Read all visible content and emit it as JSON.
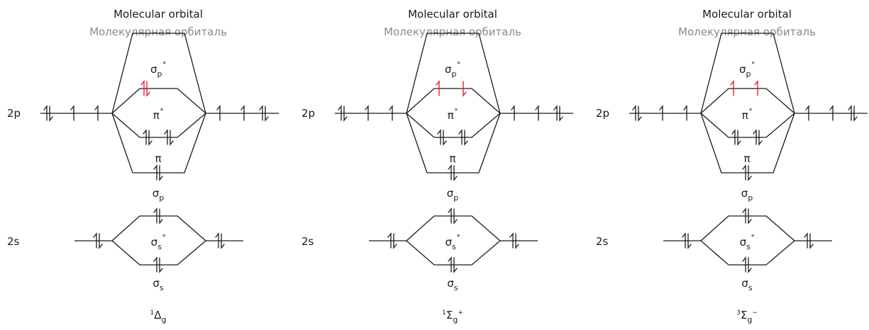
{
  "colors": {
    "line": "#1a1a1a",
    "highlight": "#e0102a",
    "title_secondary": "#8a8a8a"
  },
  "diagrams": [
    {
      "title_en": "Molecular orbital",
      "title_ru": "Молекулярная орбиталь",
      "row_label_2p": "2p",
      "row_label_2s": "2s",
      "atomic_2p_left": [
        "up-down",
        "up",
        "up"
      ],
      "atomic_2p_right": [
        "up",
        "up",
        "up-down"
      ],
      "atomic_2s_left": "up-down",
      "atomic_2s_right": "up-down",
      "mo_sigma_p_star": {
        "sym": "σ",
        "sub": "p",
        "sup": "*",
        "electrons": []
      },
      "mo_pi_star": {
        "sym": "π",
        "sup": "*",
        "electrons": [
          {
            "spin": "up-down",
            "highlight": true
          }
        ]
      },
      "mo_pi": {
        "sym": "π",
        "electrons": [
          {
            "spin": "up-down",
            "highlight": false
          },
          {
            "spin": "up-down",
            "highlight": false
          }
        ]
      },
      "mo_sigma_p": {
        "sym": "σ",
        "sub": "p",
        "electrons": [
          {
            "spin": "up-down",
            "highlight": false
          }
        ]
      },
      "mo_sigma_s_star": {
        "sym": "σ",
        "sub": "s",
        "sup": "*",
        "electrons": [
          {
            "spin": "up-down",
            "highlight": false
          }
        ]
      },
      "mo_sigma_s": {
        "sym": "σ",
        "sub": "s",
        "electrons": [
          {
            "spin": "up-down",
            "highlight": false
          }
        ]
      },
      "term": {
        "pre": "1",
        "sym": "Δ",
        "sub": "g",
        "post": ""
      }
    },
    {
      "title_en": "Molecular orbital",
      "title_ru": "Молекулярная орбиталь",
      "row_label_2p": "2p",
      "row_label_2s": "2s",
      "atomic_2p_left": [
        "up-down",
        "up",
        "up"
      ],
      "atomic_2p_right": [
        "up",
        "up",
        "up-down"
      ],
      "atomic_2s_left": "up-down",
      "atomic_2s_right": "up-down",
      "mo_sigma_p_star": {
        "sym": "σ",
        "sub": "p",
        "sup": "*",
        "electrons": []
      },
      "mo_pi_star": {
        "sym": "π",
        "sup": "*",
        "electrons": [
          {
            "spin": "up",
            "highlight": true
          },
          {
            "spin": "down",
            "highlight": true
          }
        ]
      },
      "mo_pi": {
        "sym": "π",
        "electrons": [
          {
            "spin": "up-down",
            "highlight": false
          },
          {
            "spin": "up-down",
            "highlight": false
          }
        ]
      },
      "mo_sigma_p": {
        "sym": "σ",
        "sub": "p",
        "electrons": [
          {
            "spin": "up-down",
            "highlight": false
          }
        ]
      },
      "mo_sigma_s_star": {
        "sym": "σ",
        "sub": "s",
        "sup": "*",
        "electrons": [
          {
            "spin": "up-down",
            "highlight": false
          }
        ]
      },
      "mo_sigma_s": {
        "sym": "σ",
        "sub": "s",
        "electrons": [
          {
            "spin": "up-down",
            "highlight": false
          }
        ]
      },
      "term": {
        "pre": "1",
        "sym": "Σ",
        "sub": "g",
        "post": "+"
      }
    },
    {
      "title_en": "Molecular orbital",
      "title_ru": "Молекулярная орбиталь",
      "row_label_2p": "2p",
      "row_label_2s": "2s",
      "atomic_2p_left": [
        "up-down",
        "up",
        "up"
      ],
      "atomic_2p_right": [
        "up",
        "up",
        "up-down"
      ],
      "atomic_2s_left": "up-down",
      "atomic_2s_right": "up-down",
      "mo_sigma_p_star": {
        "sym": "σ",
        "sub": "p",
        "sup": "*",
        "electrons": []
      },
      "mo_pi_star": {
        "sym": "π",
        "sup": "*",
        "electrons": [
          {
            "spin": "up",
            "highlight": true
          },
          {
            "spin": "up",
            "highlight": true
          }
        ]
      },
      "mo_pi": {
        "sym": "π",
        "electrons": [
          {
            "spin": "up-down",
            "highlight": false
          },
          {
            "spin": "up-down",
            "highlight": false
          }
        ]
      },
      "mo_sigma_p": {
        "sym": "σ",
        "sub": "p",
        "electrons": [
          {
            "spin": "up-down",
            "highlight": false
          }
        ]
      },
      "mo_sigma_s_star": {
        "sym": "σ",
        "sub": "s",
        "sup": "*",
        "electrons": [
          {
            "spin": "up-down",
            "highlight": false
          }
        ]
      },
      "mo_sigma_s": {
        "sym": "σ",
        "sub": "s",
        "electrons": [
          {
            "spin": "up-down",
            "highlight": false
          }
        ]
      },
      "term": {
        "pre": "3",
        "sym": "Σ",
        "sub": "g",
        "post": "−"
      }
    }
  ]
}
